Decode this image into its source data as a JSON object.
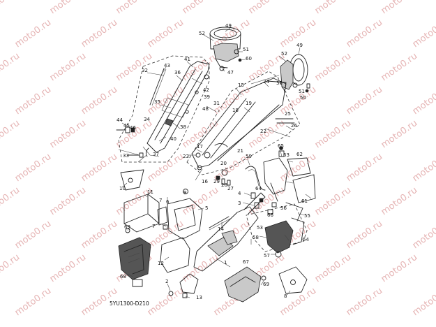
{
  "diagram": {
    "code": "5YU1300-D210",
    "watermark": "moto0.ru",
    "callouts": {
      "n1": "1",
      "n2": "2",
      "n3": "3",
      "n4": "4",
      "n5": "5",
      "n6": "6",
      "n7": "7",
      "n8": "8",
      "n9": "9",
      "n10": "10",
      "n11": "11",
      "n12": "12",
      "n13": "13",
      "n14": "14",
      "n15": "15",
      "n16": "16",
      "n17": "17",
      "n18": "18",
      "n19": "19",
      "n20": "20",
      "n21": "21",
      "n22": "22",
      "n23": "23",
      "n24": "24",
      "n25": "25",
      "n26": "26",
      "n27": "27",
      "n28": "28",
      "n29": "29",
      "n30": "30",
      "n31": "31",
      "n32": "32",
      "n33": "33",
      "n34": "34",
      "n35": "35",
      "n36": "36",
      "n37": "37",
      "n38": "38",
      "n39": "39",
      "n40": "40",
      "n41": "41",
      "n42": "42",
      "n43": "43",
      "n44": "44",
      "n45": "45",
      "n46": "46",
      "n47": "47",
      "n48": "48",
      "n49": "49",
      "n50": "50",
      "n51": "51",
      "n52": "52",
      "n53": "53",
      "n54": "54",
      "n55": "55",
      "n56": "56",
      "n57": "57",
      "n58": "58",
      "n59": "59",
      "n60": "60",
      "n61": "61",
      "n62": "62",
      "n63": "63",
      "n64": "64",
      "n65": "65",
      "n66": "66",
      "n67": "67",
      "n68": "68",
      "n69": "69"
    }
  }
}
